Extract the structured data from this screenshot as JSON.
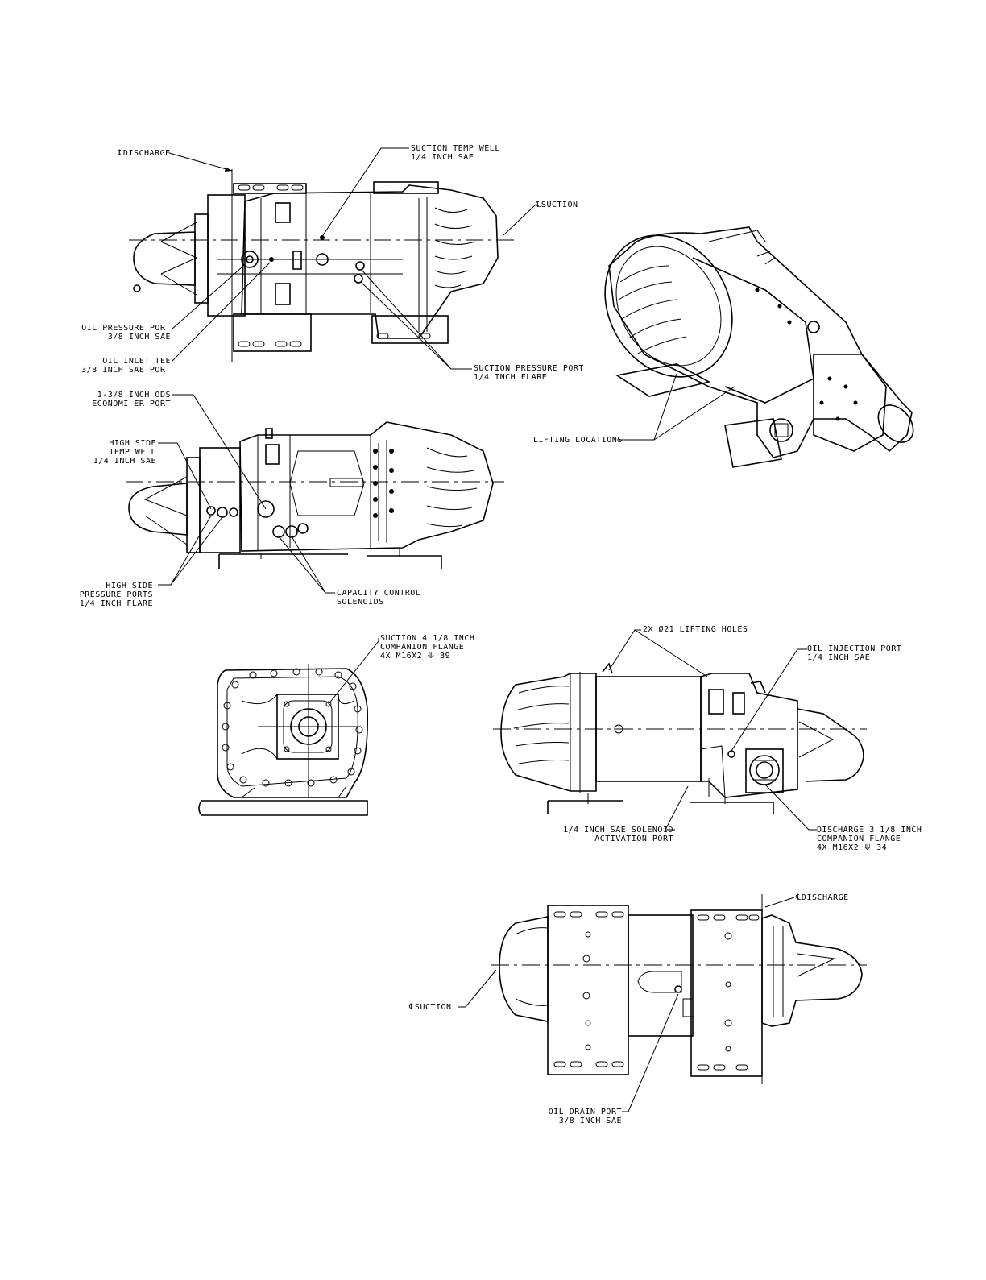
{
  "labels": {
    "discharge_top": "℄DISCHARGE",
    "suction_temp_well": "SUCTION TEMP WELL\n1/4 INCH SAE",
    "suction_top": "℄SUCTION",
    "oil_pressure_port": "OIL PRESSURE PORT\n3/8 INCH SAE",
    "oil_inlet_tee": "OIL INLET TEE\n3/8 INCH SAE PORT",
    "suction_pressure_port": "SUCTION PRESSURE PORT\n1/4 INCH FLARE",
    "economizer_port": "1-3/8 INCH ODS\nECONOMI ER PORT",
    "high_side_temp_well": "HIGH SIDE\nTEMP WELL\n1/4 INCH SAE",
    "lifting_locations": "LIFTING LOCATIONS",
    "high_side_pressure_ports": "HIGH SIDE\nPRESSURE PORTS\n1/4 INCH FLARE",
    "capacity_control_solenoids": "CAPACITY CONTROL\nSOLENOIDS",
    "suction_flange": "SUCTION 4 1/8 INCH\nCOMPANION FLANGE\n4X M16X2 ⟱ 39",
    "lifting_holes": "2X Ø21 LIFTING HOLES",
    "oil_injection_port": "OIL INJECTION PORT\n1/4 INCH SAE",
    "solenoid_activation_port": "1/4 INCH SAE SOLENOID\nACTIVATION PORT",
    "discharge_flange": "DISCHARGE 3 1/8 INCH\nCOMPANION FLANGE\n4X M16X2 ⟱ 34",
    "discharge_bottom": "℄DISCHARGE",
    "suction_bottom": "℄SUCTION",
    "oil_drain_port": "OIL DRAIN PORT\n3/8 INCH SAE"
  }
}
